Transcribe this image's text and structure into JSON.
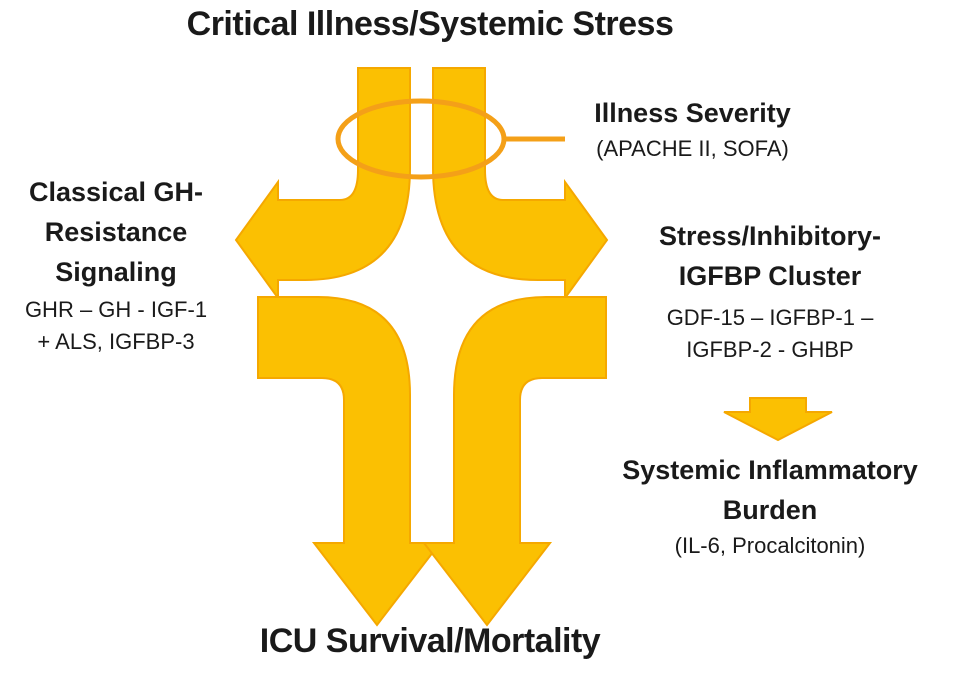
{
  "colors": {
    "arrow": "#fbc002",
    "arrow_outline": "#f5a800",
    "ring": "#f4a018",
    "text": "#1a1a1a"
  },
  "top_title": "Critical Illness/Systemic Stress",
  "bottom_title": "ICU Survival/Mortality",
  "severity": {
    "title": "Illness Severity",
    "detail": "(APACHE II, SOFA)"
  },
  "classical": {
    "line1": "Classical GH-",
    "line2": "Resistance",
    "line3": "Signaling",
    "detail1": "GHR – GH - IGF-1",
    "detail2": "+ ALS, IGFBP-3"
  },
  "stress": {
    "line1": "Stress/Inhibitory-",
    "line2": "IGFBP Cluster",
    "detail1": "GDF-15 – IGFBP-1 –",
    "detail2": "IGFBP-2 - GHBP"
  },
  "inflammation": {
    "line1": "Systemic Inflammatory",
    "line2": "Burden",
    "detail": "(IL-6, Procalcitonin)"
  }
}
